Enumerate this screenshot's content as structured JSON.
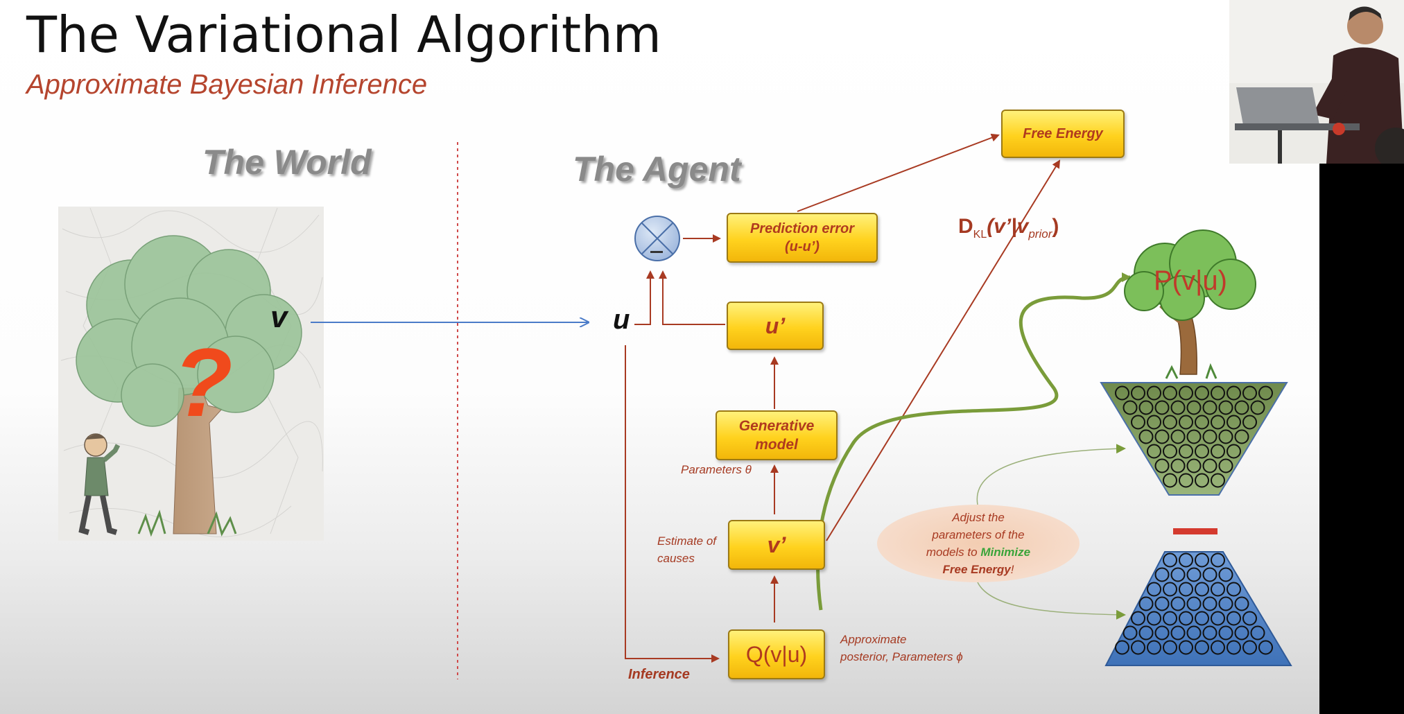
{
  "slide": {
    "title": "The Variational Algorithm",
    "subtitle": "Approximate Bayesian Inference"
  },
  "world": {
    "heading": "The World",
    "variable": "v",
    "question_mark": "?"
  },
  "agent": {
    "heading": "The Agent",
    "input": "u",
    "boxes": {
      "free_energy": "Free Energy",
      "prediction_error_line1": "Prediction error",
      "prediction_error_line2": "(u-u’)",
      "u_prime": "u’",
      "generative_model_line1": "Generative",
      "generative_model_line2": "model",
      "v_prime": "v’",
      "q": "Q(v|u)"
    },
    "labels": {
      "kl_divergence": "D",
      "kl_sub": "KL",
      "kl_args_open": "(v’|v",
      "kl_prior": "prior",
      "kl_close": ")",
      "parameters_theta": "Parameters θ",
      "estimate_line1": "Estimate of",
      "estimate_line2": "causes",
      "inference": "Inference",
      "approx_line1": "Approximate",
      "approx_line2": "posterior, Parameters ϕ",
      "comparator_minus": "–"
    },
    "bubble": {
      "line1": "Adjust the",
      "line2": "parameters of the",
      "line3_prefix": "models to ",
      "line3_emph": "Minimize",
      "line4_emph": "Free Energy",
      "line4_suffix": "!"
    },
    "model_tree_label": "P(v|u)"
  },
  "colors": {
    "accent_red": "#b5452e",
    "arrow_red": "#a83a22",
    "arrow_blue": "#4a7bc8",
    "curve_green": "#7a9c3a",
    "box_yellow": "#ffd21e",
    "network_green": "#7f9a5a",
    "network_blue": "#4f83c4"
  },
  "icons": [
    "comparator-icon",
    "tree-illustration",
    "person-illustration",
    "tree-icon",
    "network-icon"
  ]
}
